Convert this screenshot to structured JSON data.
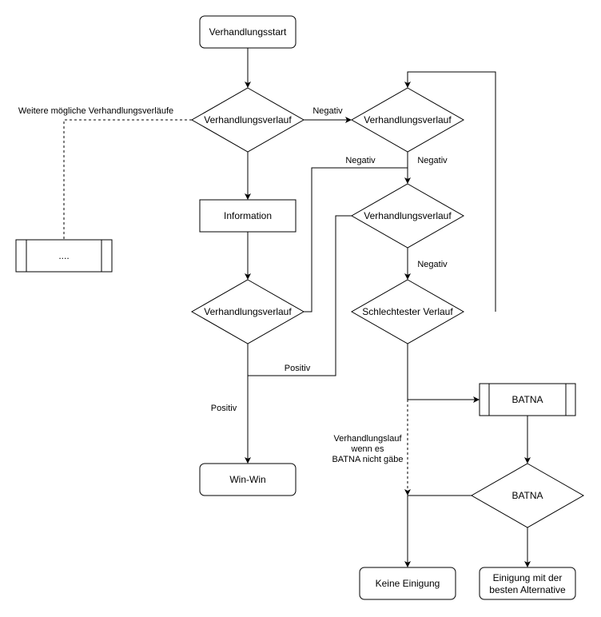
{
  "nodes": {
    "start": "Verhandlungsstart",
    "decision1": "Verhandlungsverlauf",
    "decision2": "Verhandlungsverlauf",
    "decision3": "Verhandlungsverlauf",
    "decision4": "Verhandlungsverlauf",
    "worst": "Schlechtester Verlauf",
    "information": "Information",
    "other": "....",
    "winwin": "Win-Win",
    "batna_process": "BATNA",
    "batna_decision": "BATNA",
    "no_agreement": "Keine Einigung",
    "best_alt_line1": "Einigung mit der",
    "best_alt_line2": "besten Alternative"
  },
  "labels": {
    "more_paths": "Weitere mögliche Verhandlungsverläufe",
    "neg1": "Negativ",
    "neg2": "Negativ",
    "neg3": "Negativ",
    "neg4": "Negativ",
    "pos1": "Positiv",
    "pos2": "Positiv",
    "no_batna_line1": "Verhandlungslauf",
    "no_batna_line2": "wenn es",
    "no_batna_line3": "BATNA nicht gäbe"
  }
}
